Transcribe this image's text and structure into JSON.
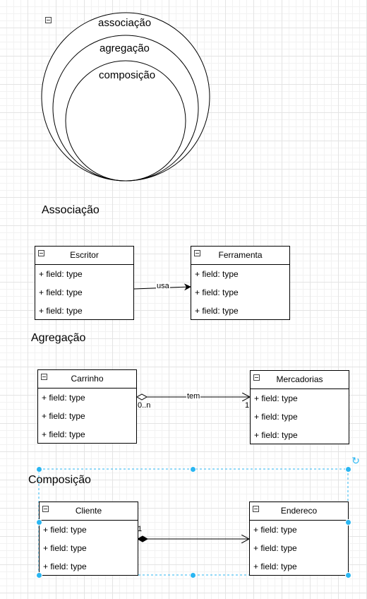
{
  "venn": {
    "outer_label": "associação",
    "middle_label": "agregação",
    "inner_label": "composição"
  },
  "sections": {
    "associacao": "Associação",
    "agregacao": "Agregação",
    "composicao": "Composição"
  },
  "classes": {
    "escritor": {
      "name": "Escritor",
      "fields": [
        "+ field: type",
        "+ field: type",
        "+ field: type"
      ]
    },
    "ferramenta": {
      "name": "Ferramenta",
      "fields": [
        "+ field: type",
        "+ field: type",
        "+ field: type"
      ]
    },
    "carrinho": {
      "name": "Carrinho",
      "fields": [
        "+ field: type",
        "+ field: type",
        "+ field: type"
      ]
    },
    "mercadorias": {
      "name": "Mercadorias",
      "fields": [
        "+ field: type",
        "+ field: type",
        "+ field: type"
      ]
    },
    "cliente": {
      "name": "Cliente",
      "fields": [
        "+ field: type",
        "+ field: type",
        "+ field: type"
      ]
    },
    "endereco": {
      "name": "Endereco",
      "fields": [
        "+ field: type",
        "+ field: type",
        "+ field: type"
      ]
    }
  },
  "relations": {
    "association": {
      "label": "usa",
      "type": "association"
    },
    "aggregation": {
      "label": "tem",
      "type": "aggregation",
      "source_multiplicity": "0..n",
      "target_multiplicity": "1"
    },
    "composition": {
      "label": "",
      "type": "composition",
      "source_multiplicity": "1"
    }
  },
  "selection": {
    "color": "#29b6f2",
    "rotate_icon": "rotate-icon"
  }
}
